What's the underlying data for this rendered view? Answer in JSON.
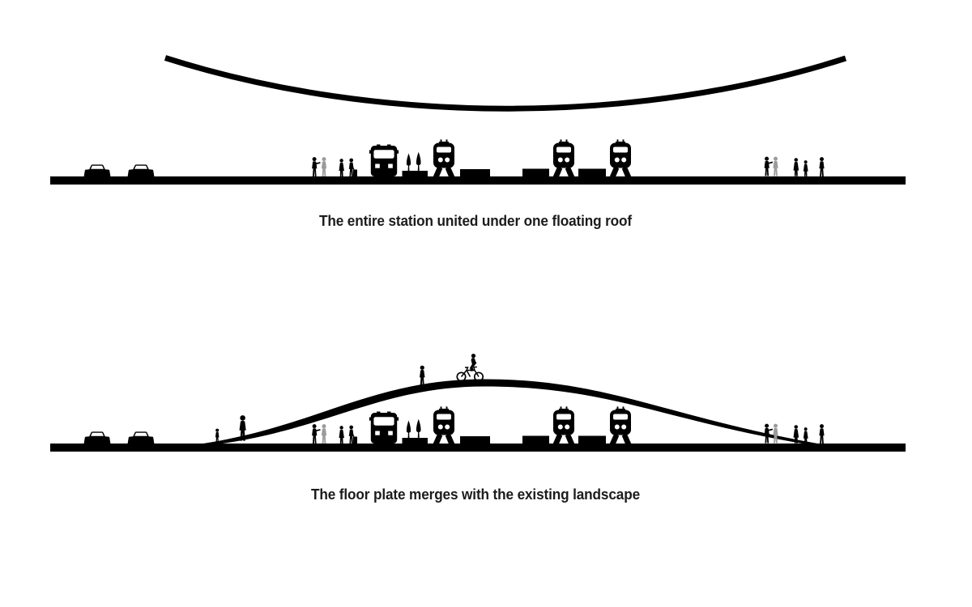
{
  "canvas": {
    "background": "#ffffff",
    "ink": "#000000",
    "muted_figure": "#9b9b9b",
    "caption_color": "#1c1c1c"
  },
  "diagrams": [
    {
      "id": "floating-roof",
      "caption": "The entire station united under one floating roof",
      "figures": {
        "roof_curves": 1,
        "cars": 2,
        "buses": 1,
        "trains": 3,
        "platforms": 4,
        "trees": 2,
        "people": 8
      }
    },
    {
      "id": "landscape-floor",
      "caption": "The floor plate merges with the existing landscape",
      "figures": {
        "hill_curves": 1,
        "cars": 2,
        "buses": 1,
        "trains": 3,
        "platforms": 4,
        "trees": 2,
        "people": 11,
        "cyclists": 1
      }
    }
  ]
}
